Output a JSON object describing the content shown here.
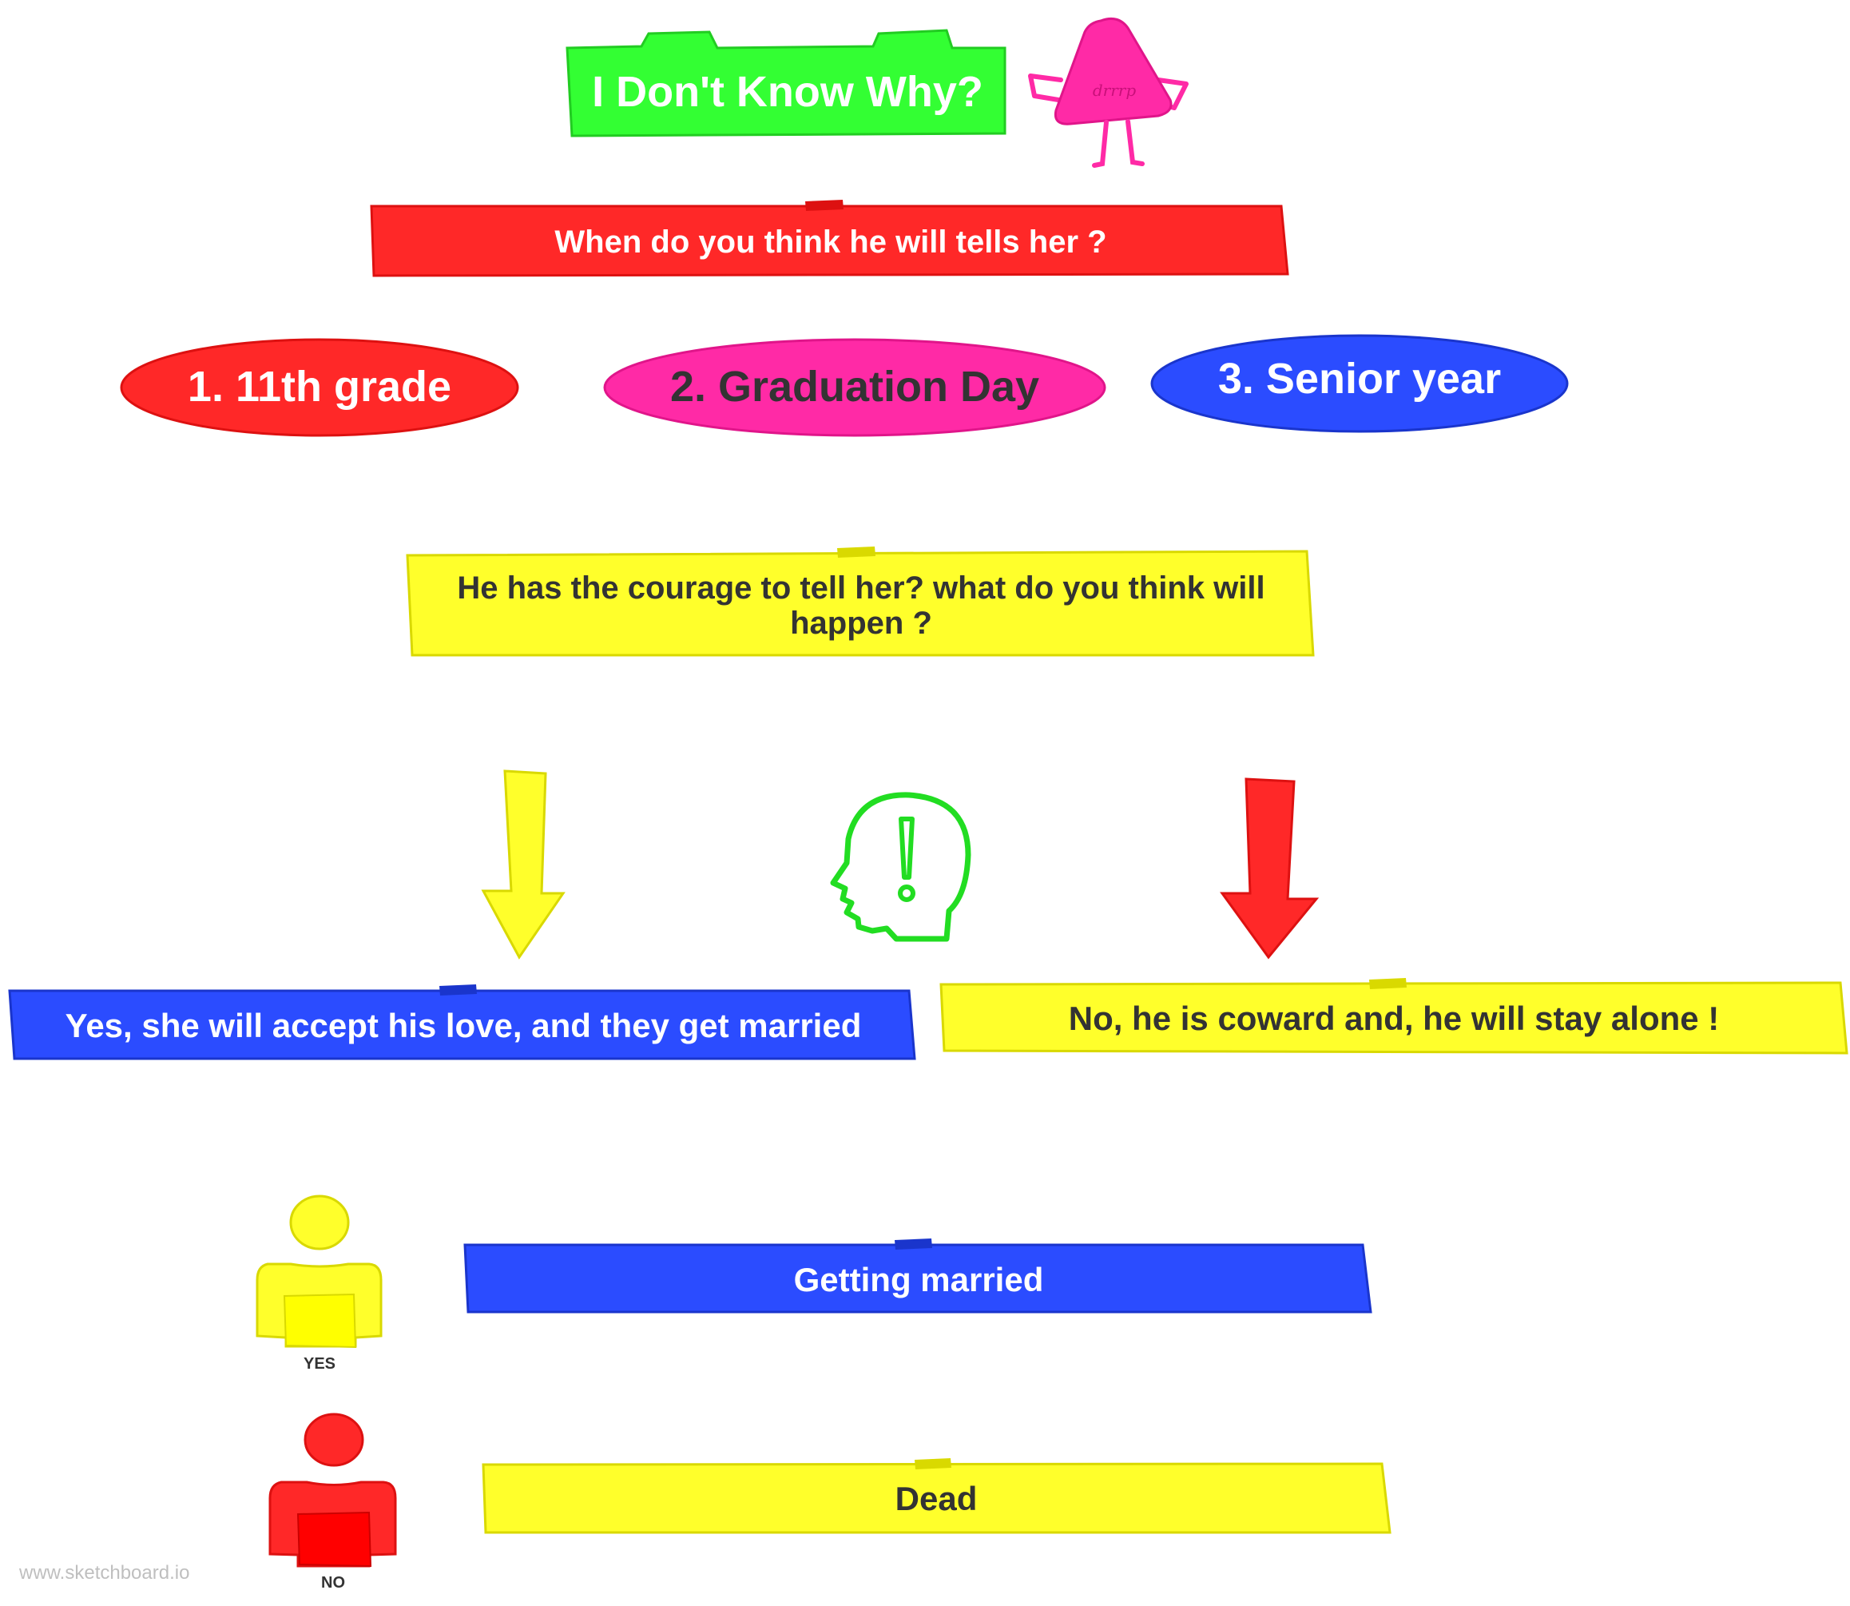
{
  "title": {
    "text": "I Don't Know Why?"
  },
  "question": {
    "text": "When do you think he will tells her ?"
  },
  "options": [
    {
      "label": "1. 11th grade"
    },
    {
      "label": "2. Graduation Day"
    },
    {
      "label": "3. Senior year"
    }
  ],
  "courage_question": {
    "text": "He has the courage to tell her? what do you think will happen ?"
  },
  "answers": {
    "yes": "Yes, she will accept his love, and they get married",
    "no": "No, he is coward and, he will stay alone !"
  },
  "legend": {
    "yes_caption": "YES",
    "yes_label": "Getting married",
    "no_caption": "NO",
    "no_label": "Dead"
  },
  "mascot": {
    "belly_text": "drrrp"
  },
  "watermark": {
    "text": "www.sketchboard.io"
  },
  "colors": {
    "green": "#33ff33",
    "red": "#ff2828",
    "magenta": "#ff2aa6",
    "blue": "#2b4cff",
    "yellow": "#ffff2b",
    "dark_text": "#333333"
  },
  "icons": [
    "head-exclamation-icon",
    "yes-person-icon",
    "no-person-icon",
    "triangle-mascot-icon",
    "down-arrow-yes-icon",
    "down-arrow-no-icon"
  ]
}
